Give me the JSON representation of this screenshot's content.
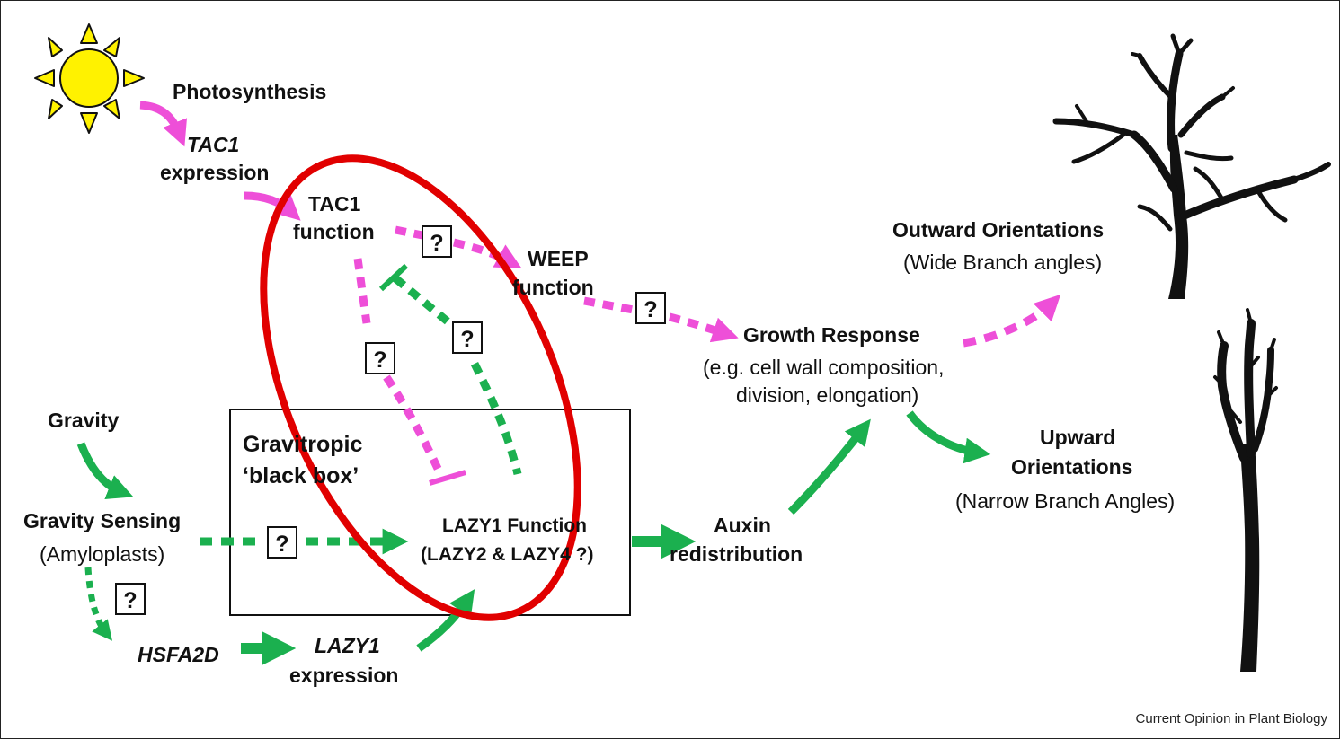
{
  "colors": {
    "magenta": "#ee4fd8",
    "green": "#1bb04f",
    "red": "#e10000",
    "sun": "#fff200",
    "ink": "#111111"
  },
  "icons": [
    "sun-icon",
    "spreading-tree-icon",
    "upright-tree-icon",
    "question-mark-box"
  ],
  "labels": {
    "photosynthesis": "Photosynthesis",
    "tac1_expr_gene": "TAC1",
    "tac1_expr_word": "expression",
    "tac1_func_1": "TAC1",
    "tac1_func_2": "function",
    "weep_1": "WEEP",
    "weep_2": "function",
    "growth_title": "Growth Response",
    "growth_sub1": "(e.g. cell wall composition,",
    "growth_sub2": "division, elongation)",
    "outward_title": "Outward Orientations",
    "outward_sub": "(Wide Branch angles)",
    "upward_1": "Upward",
    "upward_2": "Orientations",
    "upward_sub": "(Narrow Branch Angles)",
    "gravity": "Gravity",
    "gravity_sensing": "Gravity Sensing",
    "amyloplasts": "(Amyloplasts)",
    "blackbox_1": "Gravitropic",
    "blackbox_2": "‘black box’",
    "lazy1_func_1": "LAZY1 Function",
    "lazy1_func_2": "(LAZY2 &  LAZY4 ?)",
    "auxin_1": "Auxin",
    "auxin_2": "redistribution",
    "hsfa2d": "HSFA2D",
    "lazy1_expr_gene": "LAZY1",
    "lazy1_expr_word": "expression",
    "question": "?"
  },
  "credit": "Current Opinion in Plant Biology"
}
